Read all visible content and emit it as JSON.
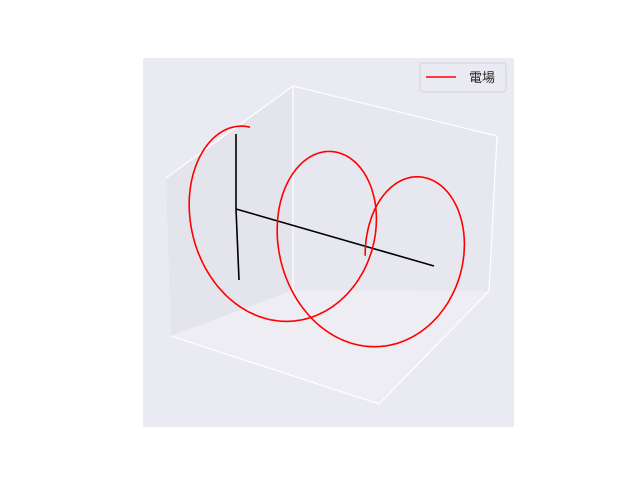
{
  "chart_data": {
    "type": "line",
    "projection": "3d",
    "title": "",
    "xlabel": "",
    "ylabel": "",
    "zlabel": "",
    "grid": true,
    "legend_placement": "top-right",
    "background_color": "#eaeaf2",
    "pane_color": "#e6e6ee",
    "series": [
      {
        "name": "電場",
        "color": "#ff0000",
        "kind": "helix",
        "turns": 2.25,
        "amplitude": 1.0,
        "t_range": [
          0,
          14.14
        ]
      }
    ],
    "reference_lines": [
      {
        "color": "#000000",
        "from": [
          0,
          0,
          0
        ],
        "to": [
          0,
          0,
          1
        ]
      },
      {
        "color": "#000000",
        "from": [
          0,
          0,
          0
        ],
        "to": [
          1,
          0,
          0
        ]
      }
    ]
  }
}
